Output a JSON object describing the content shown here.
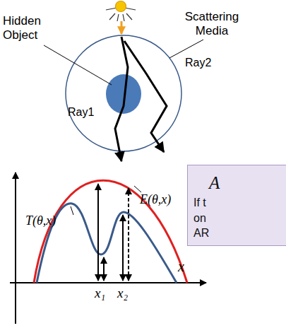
{
  "diagram": {
    "nodes": [
      {
        "text": [
          "A",
          "If t on AR"
        ]
      }
    ],
    "labels": [
      "Hidden Object",
      "Scattering Media",
      "Ray1",
      "Ray2",
      "T(θ,x)",
      "E(θ,x)",
      "x",
      "x₁",
      "x₂"
    ]
  }
}
